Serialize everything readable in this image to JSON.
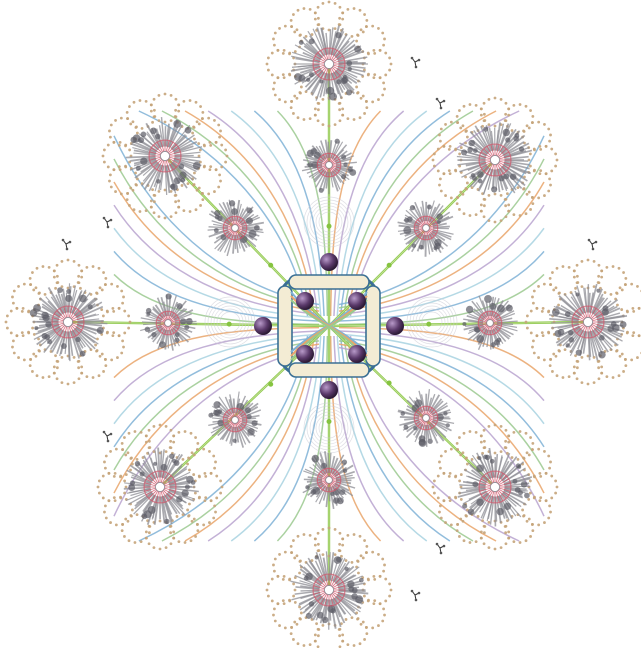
{
  "figure": {
    "center_assembly": {
      "core_spheres": 4,
      "inner_spheres": 4,
      "ring_labels": [
        "",
        "",
        "",
        ""
      ]
    },
    "outer_clusters": {
      "count": 8,
      "has_dotted_halo": true
    },
    "inner_clusters": {
      "count": 8
    },
    "colors": {
      "background": "#ffffff",
      "halo_bead": "#c5a47a",
      "arm_green": "#86c440",
      "cluster_grey": "#8e8e95",
      "cluster_core_red": "#d1566a",
      "sphere_purple": "#5b3a6b",
      "ribbon_blue": "#7fb2d6",
      "ribbon_green": "#9bc98f",
      "ribbon_orange": "#e9a46a",
      "ring_stroke": "#3a6f94"
    },
    "icons": [
      "molecule-glyph-icon"
    ]
  }
}
